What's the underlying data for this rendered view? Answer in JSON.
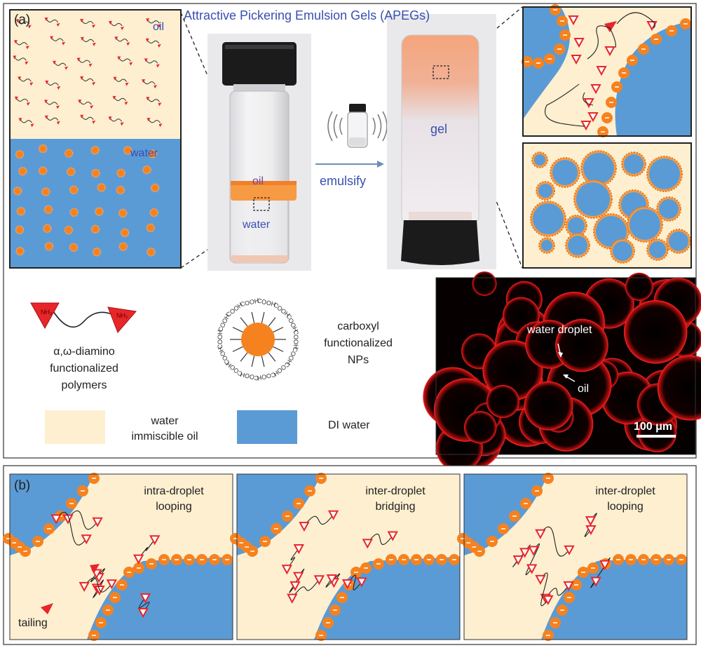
{
  "panel_a": {
    "label": "(a)",
    "title": "Attractive Pickering Emulsion Gels (APEGs)",
    "oil_label": "oil",
    "water_label": "water",
    "vial_oil_label": "oil",
    "vial_water_label": "water",
    "arrow_label": "emulsify",
    "gel_label": "gel",
    "legend": {
      "polymer": [
        "α,ω-diamino",
        "functionalized",
        "polymers"
      ],
      "polymer_end_label": "NH₂",
      "np": [
        "carboxyl",
        "functionalized",
        "NPs"
      ],
      "np_group_label": "COOH",
      "oil_swatch": [
        "water",
        "immiscible oil"
      ],
      "water_swatch": "DI water"
    },
    "micrograph": {
      "water_droplet": "water droplet",
      "oil": "oil",
      "scale_bar": "100 μm"
    }
  },
  "panel_b": {
    "label": "(b)",
    "subpanels": [
      {
        "title": [
          "intra-droplet",
          "looping"
        ],
        "extra": "tailing"
      },
      {
        "title": [
          "inter-droplet",
          "bridging"
        ],
        "extra": ""
      },
      {
        "title": [
          "inter-droplet",
          "looping"
        ],
        "extra": ""
      }
    ]
  },
  "colors": {
    "oil": "#fdefd0",
    "water": "#5b9bd5",
    "np": "#f5821f",
    "polymer_end": "#e8262a",
    "title_blue": "#3a4fb0",
    "micrograph_bg": "#050000",
    "micrograph_edge": "#d81010"
  },
  "icons": [
    "nanoparticle-icon",
    "polymer-chain-icon",
    "shaking-vial-icon",
    "emulsify-arrow-icon"
  ]
}
